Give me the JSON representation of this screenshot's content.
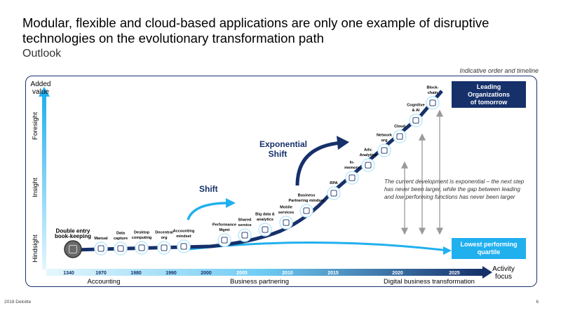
{
  "slide": {
    "title": "Modular, flexible and cloud-based applications are only one example of disruptive technologies on the evolutionary transformation path",
    "subtitle": "Outlook",
    "indicative": "Indicative order and timeline",
    "footer_left": "2018 Deloitte",
    "footer_right": "6"
  },
  "axes": {
    "y_label_line1": "Added",
    "y_label_line2": "value",
    "y_levels": [
      "Foresight",
      "Insight",
      "Hindsight"
    ],
    "x_label_line1": "Activity",
    "x_label_line2": "focus",
    "years": [
      "1340",
      "1970",
      "1980",
      "1990",
      "2000",
      "2005",
      "2010",
      "2015",
      "2020",
      "2025"
    ],
    "phases": [
      "Accounting",
      "Business partnering",
      "Digital business transformation"
    ]
  },
  "shifts": {
    "shift": "Shift",
    "exp_line1": "Exponential",
    "exp_line2": "Shift"
  },
  "milestones": [
    {
      "line1": "Double entry",
      "line2": "book-keeping",
      "icon": "portrait-icon"
    },
    {
      "line1": "Manual",
      "line2": "",
      "icon": "document-icon"
    },
    {
      "line1": "Data",
      "line2": "capture",
      "icon": "disk-icon"
    },
    {
      "line1": "Desktop",
      "line2": "computing",
      "icon": "desktop-icon"
    },
    {
      "line1": "Decentral",
      "line2": "org",
      "icon": "org-chart-icon"
    },
    {
      "line1": "Accounting",
      "line2": "mindset",
      "icon": "list-icon"
    },
    {
      "line1": "Performance",
      "line2": "Mgmt",
      "icon": "trend-icon"
    },
    {
      "line1": "Shared",
      "line2": "service",
      "icon": "network-icon"
    },
    {
      "line1": "Big data &",
      "line2": "analytics",
      "icon": "bar-chart-icon"
    },
    {
      "line1": "Mobile",
      "line2": "services",
      "icon": "mobile-icon"
    },
    {
      "line1": "Business",
      "line2": "Partnering mindset",
      "icon": "person-icon"
    },
    {
      "line1": "RPA",
      "line2": "",
      "icon": "robot-icon"
    },
    {
      "line1": "In-",
      "line2": "memory",
      "icon": "memory-icon"
    },
    {
      "line1": "Adv.",
      "line2": "Analytics",
      "icon": "gauge-icon"
    },
    {
      "line1": "Network",
      "line2": "org",
      "icon": "globe-icon"
    },
    {
      "line1": "Cloud",
      "line2": "",
      "icon": "cloud-icon"
    },
    {
      "line1": "Cognitive",
      "line2": "& AI",
      "icon": "brain-icon"
    },
    {
      "line1": "Block-",
      "line2": "chain",
      "icon": "chevrons-icon"
    }
  ],
  "boxes": {
    "leading_line1": "Leading",
    "leading_line2": "Organizations",
    "leading_line3": "of tomorrow",
    "lowest_line1": "Lowest performing",
    "lowest_line2": "quartile"
  },
  "note": "The current development is exponential – the next step has never been larger, while the gap between leading and low performing functions has never been larger",
  "colors": {
    "navy": "#16306a",
    "cyan": "#21b0ee",
    "light_cyan": "#7fd3f5"
  }
}
